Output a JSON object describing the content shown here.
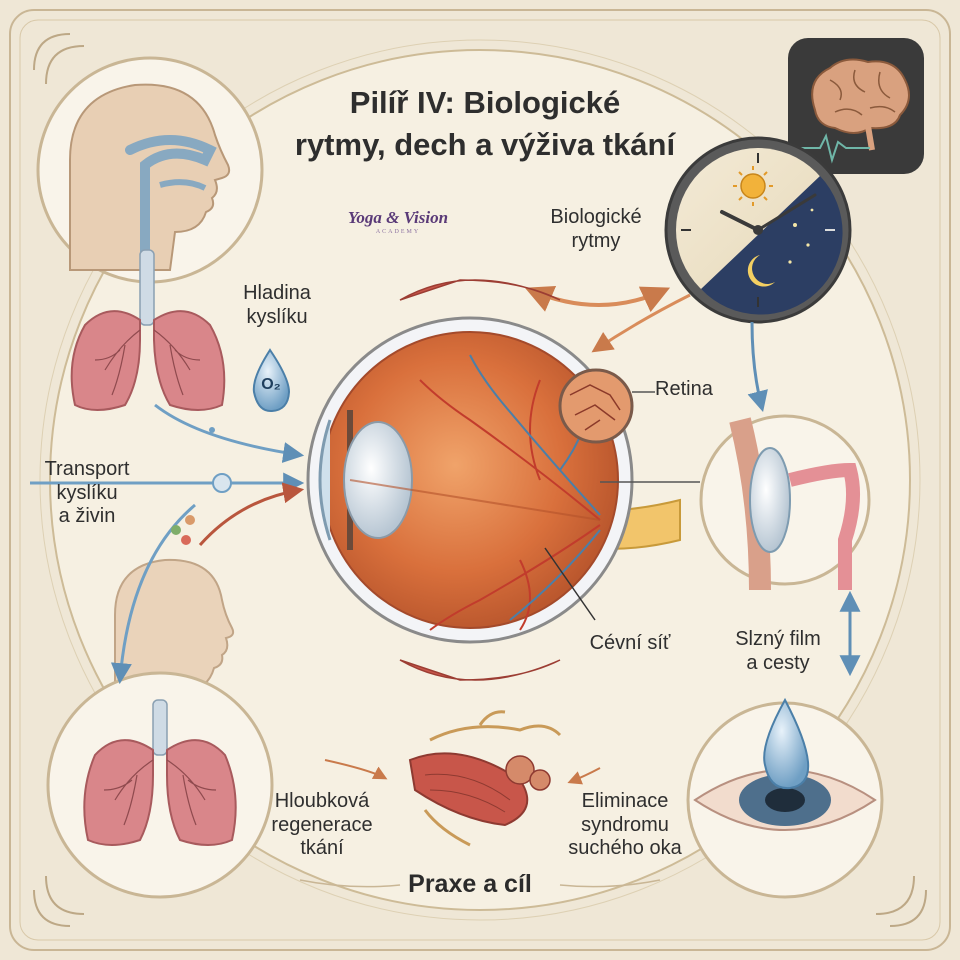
{
  "title": {
    "line1": "Pilíř IV: Biologické",
    "line2": "rytmy, dech a výživa tkání"
  },
  "brand": {
    "name": "Yoga & Vision",
    "subline": "ACADEMY"
  },
  "labels": {
    "biologicke_rytmy": [
      "Biologické",
      "rytmy"
    ],
    "hladina_kysliku": [
      "Hladina",
      "kyslíku"
    ],
    "o2": "O₂",
    "retina": "Retina",
    "transport": [
      "Transport",
      "kyslíku",
      "a živin"
    ],
    "cevni_sit": "Cévní síť",
    "slzny_film": [
      "Slzný film",
      "a cesty"
    ],
    "hloubkova": [
      "Hloubková",
      "regenerace",
      "tkání"
    ],
    "eliminace": [
      "Eliminace",
      "syndromu",
      "suchého oka"
    ],
    "praxe": "Praxe a cíl"
  },
  "colors": {
    "background": "#efe7d6",
    "circle_fill": "#f6f0e2",
    "skin": "#e8cfb4",
    "lung": "#d9868a",
    "eye_orange": "#d9703c",
    "vessel_red": "#c23c2c",
    "vessel_blue": "#4b7fa8",
    "clock_night": "#2c3e63",
    "accent_arrow": "#d98c5a",
    "blue_arrow": "#6f9fc4"
  },
  "icons": [
    "brain-icon",
    "clock-icon",
    "sun-icon",
    "moon-icon",
    "oxygen-drop-icon",
    "tear-drop-icon"
  ]
}
